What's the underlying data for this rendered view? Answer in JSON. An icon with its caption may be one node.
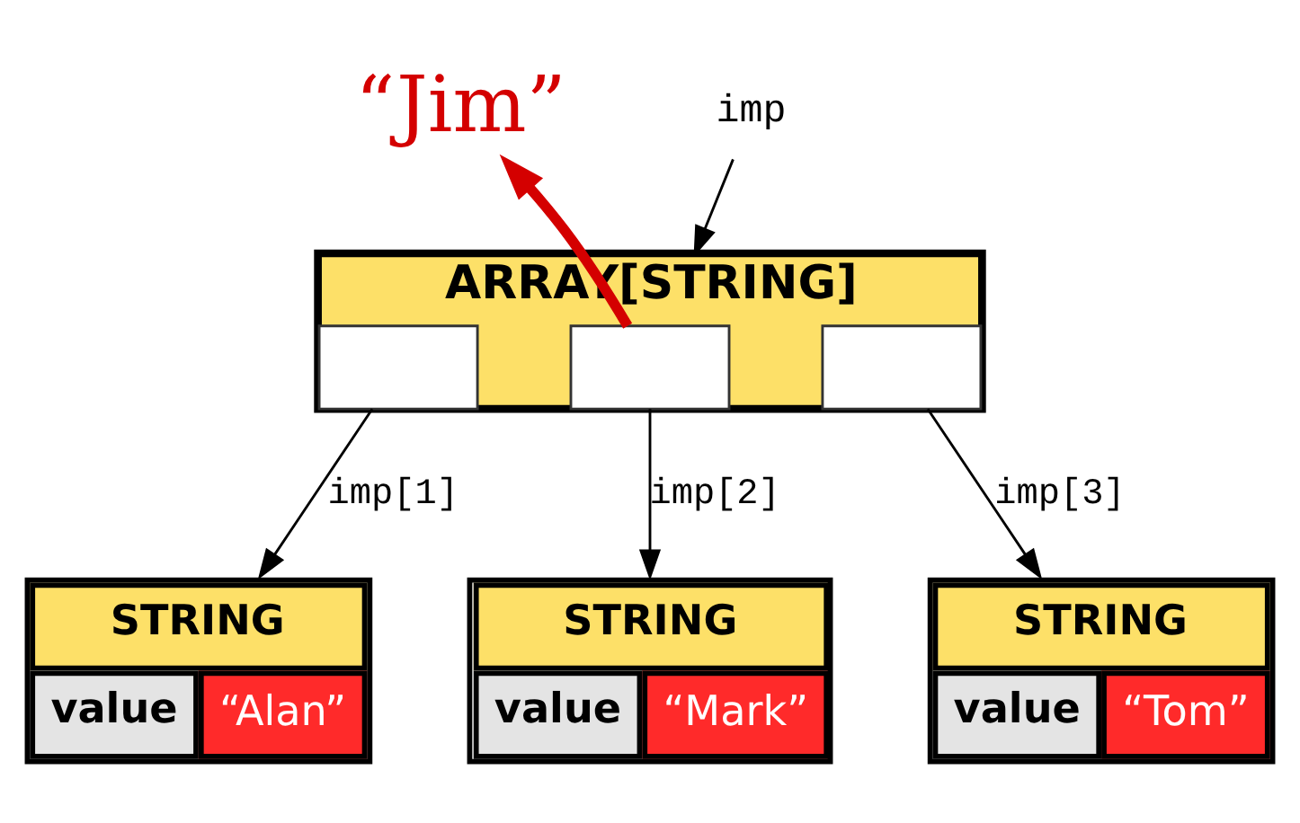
{
  "diagram": {
    "nodes": [
      {
        "text": [
          "“Jim”"
        ]
      },
      {
        "text": [
          "imp"
        ]
      },
      {
        "text": [
          "ARRAY[STRING]"
        ]
      },
      {
        "text": [],
        "shape": "box",
        "in": 2
      },
      {
        "text": [],
        "shape": "box",
        "in": 2
      },
      {
        "text": [],
        "shape": "box",
        "in": 2
      },
      {
        "text": [
          "STRING",
          "value",
          "“Alan”"
        ]
      },
      {
        "text": [
          "STRING",
          "value",
          "“Mark”"
        ]
      },
      {
        "text": [
          "STRING",
          "value",
          "“Tom”"
        ]
      }
    ],
    "edges": [
      {
        "from": 1,
        "to": 2,
        "arrow": "to"
      },
      {
        "from": 3,
        "to": 6,
        "arrow": "to",
        "label": "imp[1]"
      },
      {
        "from": 4,
        "to": 7,
        "arrow": "to",
        "label": "imp[2]"
      },
      {
        "from": 5,
        "to": 8,
        "arrow": "to",
        "label": "imp[3]"
      },
      {
        "from": 4,
        "to": 0,
        "arrow": "to",
        "style": "thick",
        "color": "#d40000"
      }
    ]
  }
}
